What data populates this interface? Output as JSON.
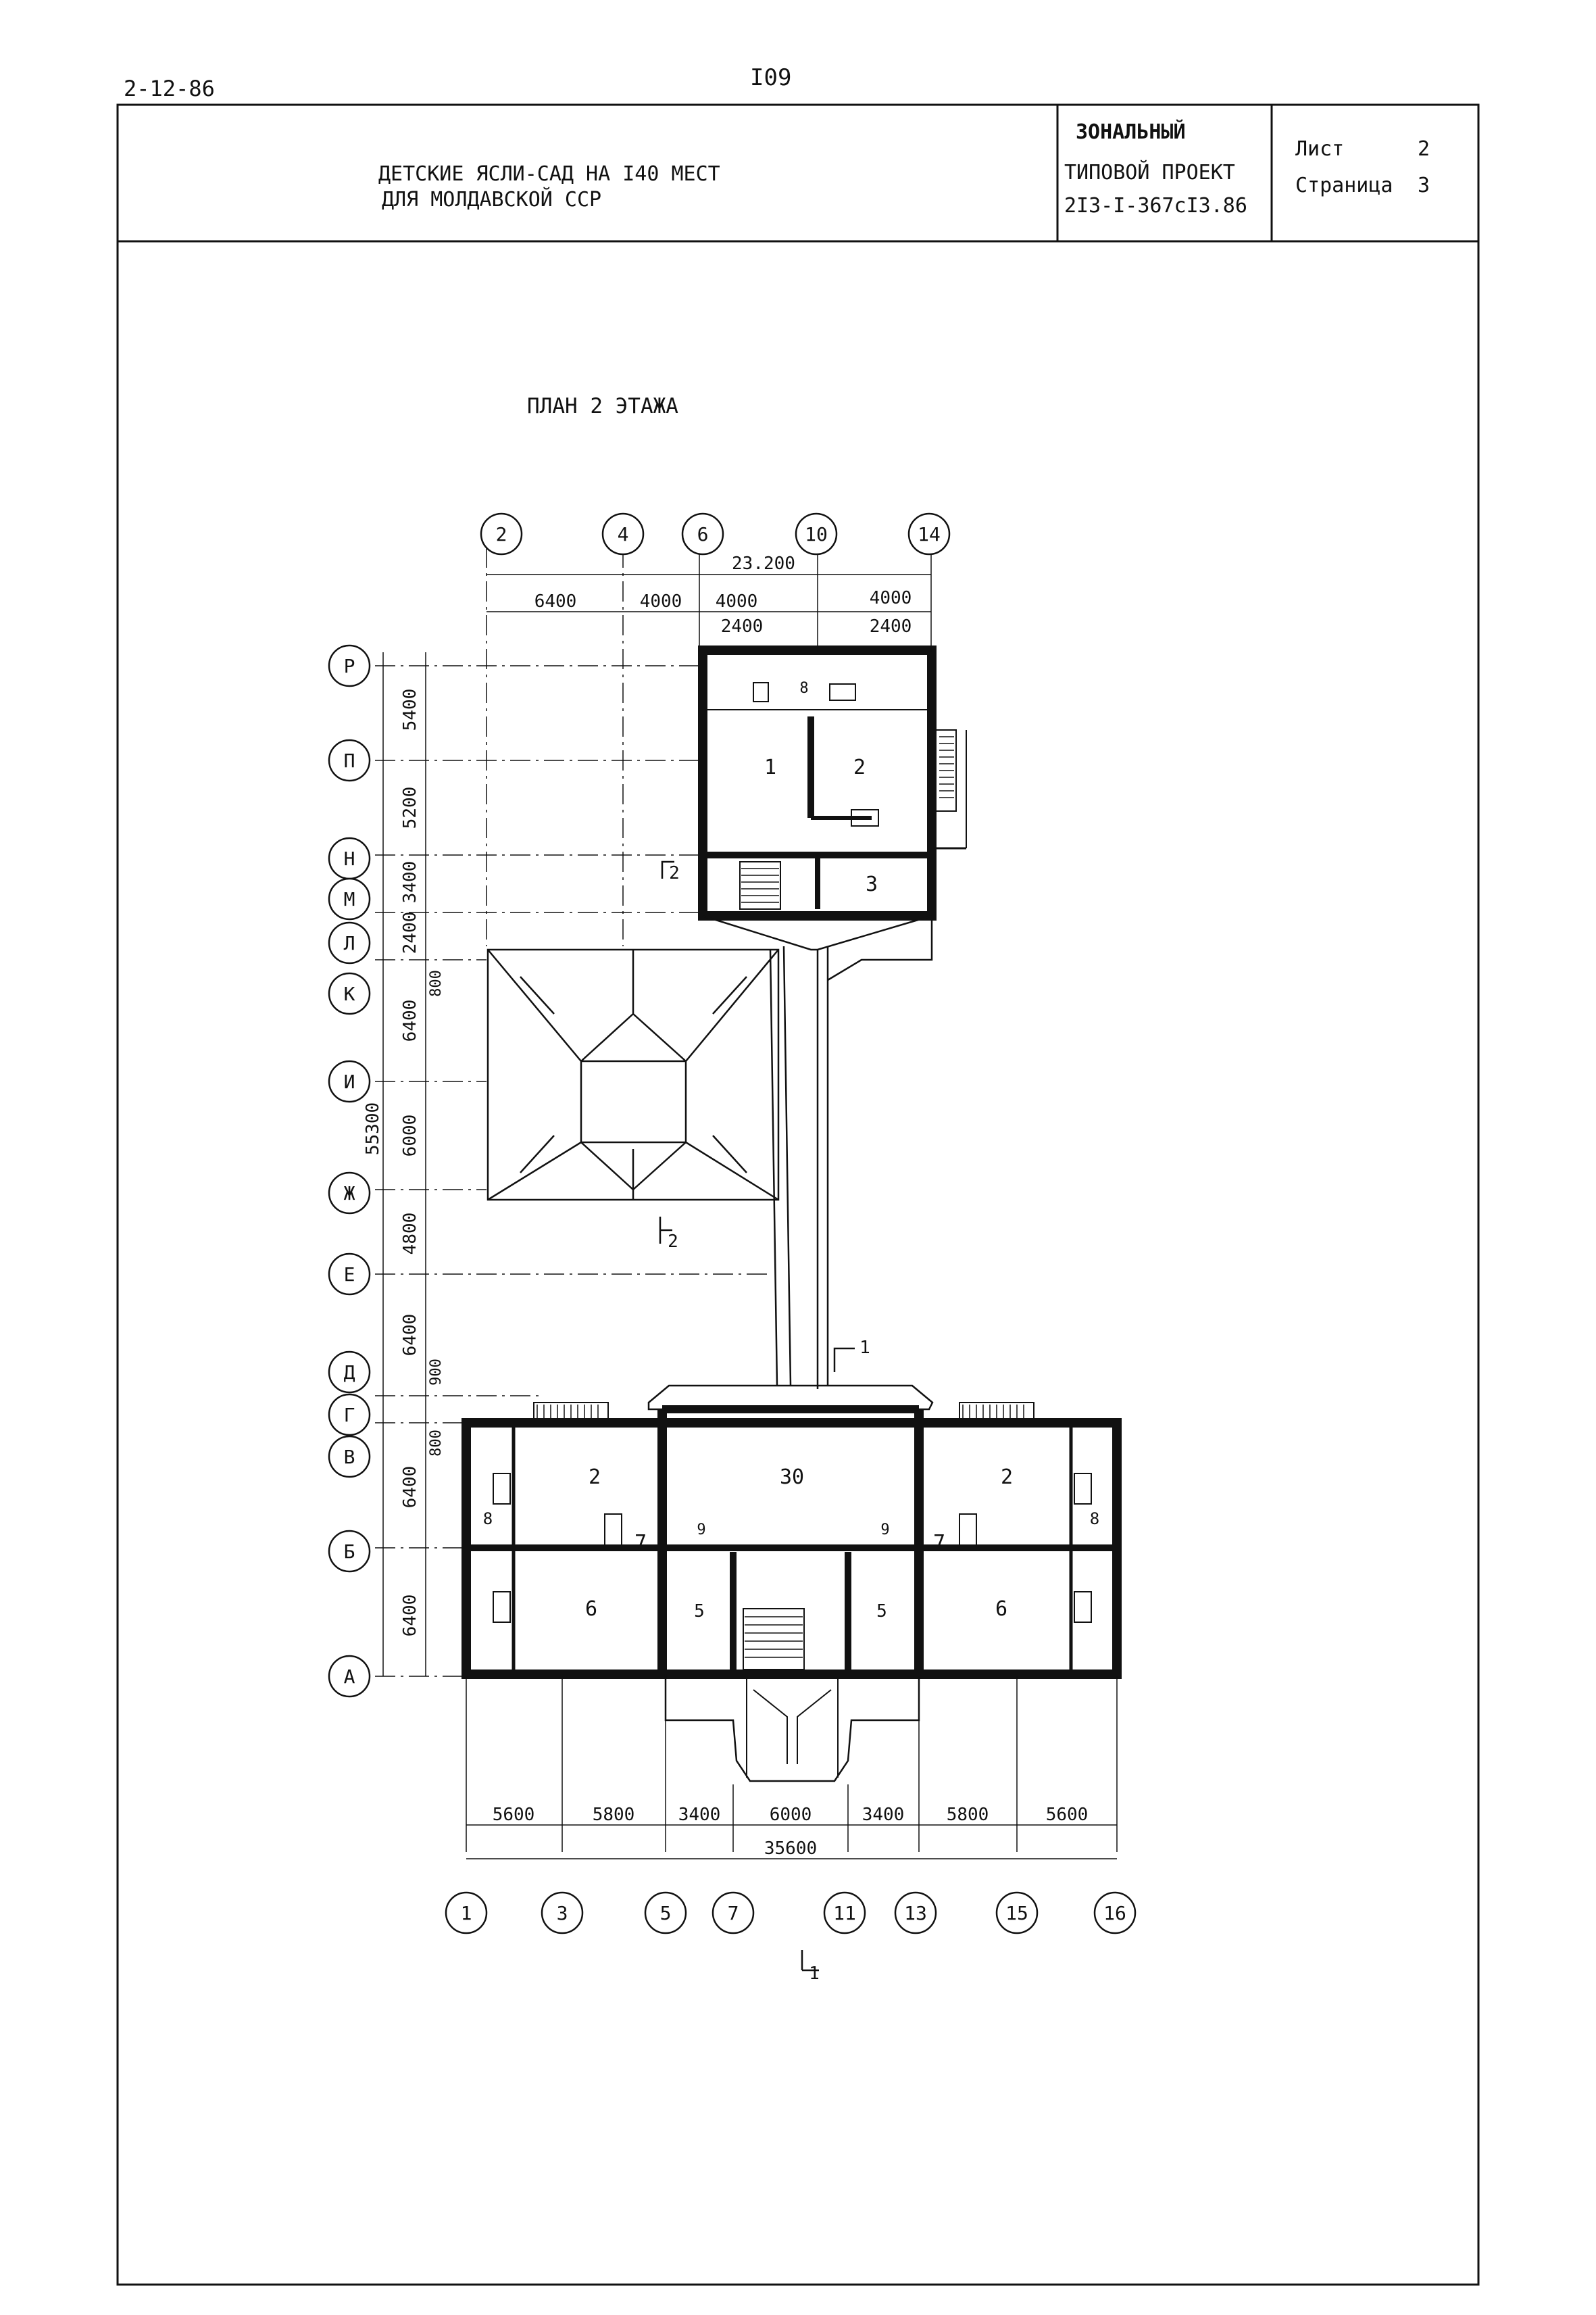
{
  "page": {
    "code": "2-12-86",
    "number": "I09"
  },
  "title_block": {
    "title_line1": "ДЕТСКИЕ ЯСЛИ-САД НА I40 МЕСТ",
    "title_line2": "ДЛЯ МОЛДАВСКОЙ ССР",
    "project_line1": "ЗОНАЛЬНЫЙ",
    "project_line2": "ТИПОВОЙ ПРОЕКТ",
    "project_line3": "2I3-I-367cI3.86",
    "sheet_label": "Лист",
    "sheet_value": "2",
    "page_label": "Страница",
    "page_value": "3"
  },
  "plan": {
    "title": "ПЛАН 2 ЭТАЖА",
    "top_axes": [
      "2",
      "4",
      "6",
      "10",
      "14"
    ],
    "top_total": "23.200",
    "top_dims": [
      "6400",
      "4000",
      "4000",
      "4000"
    ],
    "top_sub_dims": [
      "2400",
      "2400"
    ],
    "left_axes": [
      "Р",
      "П",
      "Н",
      "М",
      "Л",
      "К",
      "И",
      "Ж",
      "Е",
      "Д",
      "Г",
      "В",
      "Б",
      "А"
    ],
    "left_dims": [
      "5400",
      "5200",
      "3400",
      "2400",
      "6400",
      "6000",
      "4800",
      "6400",
      "6400",
      "6400"
    ],
    "left_small_dims": [
      "800",
      "900",
      "800"
    ],
    "left_total": "55300",
    "bottom_axes": [
      "1",
      "3",
      "5",
      "7",
      "11",
      "13",
      "15",
      "16"
    ],
    "bottom_dims": [
      "5600",
      "5800",
      "3400",
      "6000",
      "3400",
      "5800",
      "5600"
    ],
    "bottom_total": "35600",
    "rooms_upper": [
      "1",
      "2",
      "3",
      "8"
    ],
    "rooms_lower": [
      "2",
      "30",
      "2",
      "8",
      "7",
      "9",
      "9",
      "7",
      "8",
      "6",
      "5",
      "5",
      "6"
    ],
    "section_marks": [
      "2",
      "2",
      "1",
      "1"
    ]
  }
}
